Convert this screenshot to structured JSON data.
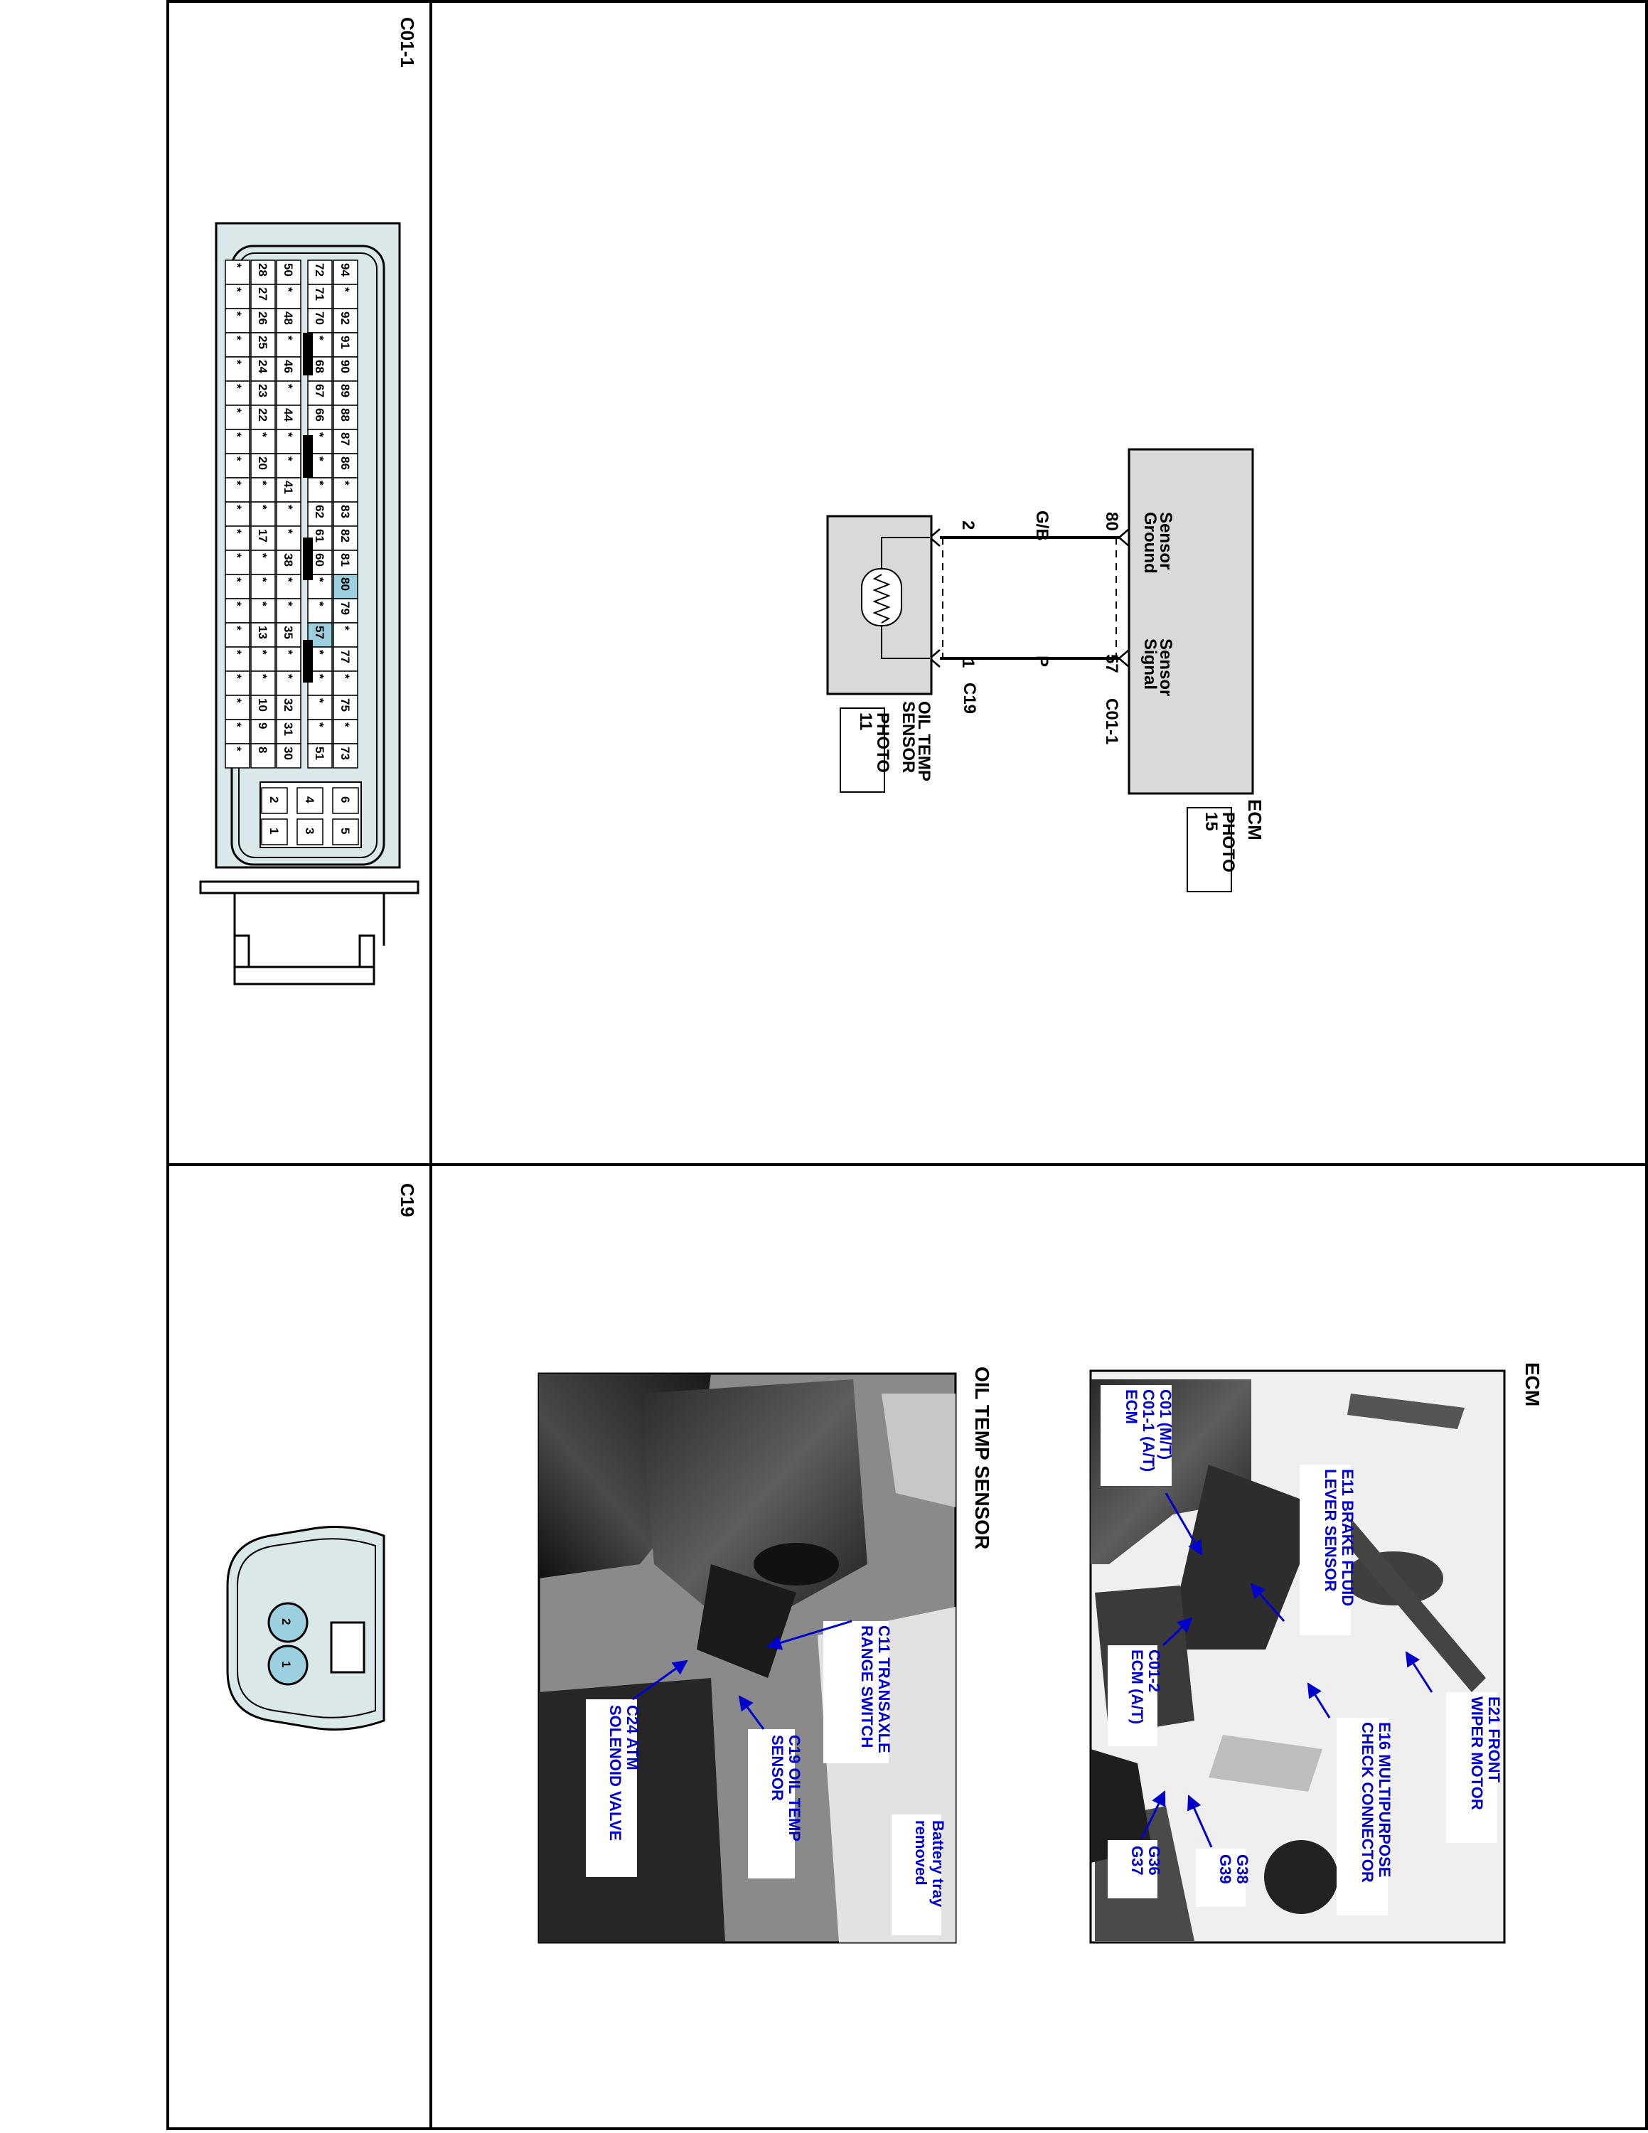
{
  "connectors": {
    "c01_1": {
      "title": "C01-1",
      "row_top": [
        "94",
        "*",
        "92",
        "91",
        "90",
        "89",
        "88",
        "87",
        "86",
        "*",
        "83",
        "82",
        "81",
        "80",
        "79",
        "*",
        "77",
        "*",
        "75",
        "*",
        "73"
      ],
      "row_2": [
        "72",
        "71",
        "70",
        "*",
        "68",
        "67",
        "66",
        "*",
        "*",
        "*",
        "62",
        "61",
        "60",
        "*",
        "*",
        "57",
        "*",
        "*",
        "*",
        "*",
        "51"
      ],
      "row_3": [
        "50",
        "*",
        "48",
        "*",
        "46",
        "*",
        "44",
        "*",
        "*",
        "41",
        "*",
        "*",
        "38",
        "*",
        "*",
        "35",
        "*",
        "*",
        "32",
        "31",
        "30"
      ],
      "row_4": [
        "28",
        "27",
        "26",
        "25",
        "24",
        "23",
        "22",
        "*",
        "20",
        "*",
        "*",
        "17",
        "*",
        "*",
        "*",
        "13",
        "*",
        "*",
        "10",
        "9",
        "8"
      ],
      "row_5": [
        "*",
        "*",
        "*",
        "*",
        "*",
        "*",
        "*",
        "*",
        "*",
        "*",
        "*",
        "*",
        "*",
        "*",
        "*",
        "*",
        "*",
        "*",
        "*",
        "*",
        "*"
      ],
      "small_block": [
        "6",
        "5",
        "4",
        "3",
        "2",
        "1"
      ]
    },
    "c19": {
      "title": "C19",
      "pins": [
        "2",
        "1"
      ]
    }
  },
  "schematic": {
    "ecm": {
      "label": "ECM",
      "photo_label": "PHOTO",
      "photo_num": "15",
      "connector": "C01-1"
    },
    "sensor_ground": {
      "label_1": "Sensor",
      "label_2": "Ground",
      "pin": "80",
      "wire": "G/B",
      "sensor_pin": "2"
    },
    "sensor_signal": {
      "label_1": "Sensor",
      "label_2": "Signal",
      "pin": "57",
      "wire": "P",
      "sensor_pin": "1"
    },
    "sensor": {
      "connector": "C19",
      "label_1": "OIL TEMP",
      "label_2": "SENSOR",
      "photo_label": "PHOTO",
      "photo_num": "11"
    }
  },
  "photos": {
    "ecm": {
      "title": "ECM",
      "callouts": {
        "e21": [
          "E21 FRONT",
          "WIPER MOTOR"
        ],
        "e11": [
          "E11 BRAKE FLUID",
          "LEVER SENSOR"
        ],
        "e16": [
          "E16 MULTIPURPOSE",
          "CHECK CONNECTOR"
        ],
        "c01": [
          "C01 (M/T)",
          "C01-1 (A/T)",
          "ECM"
        ],
        "c01_2": [
          "C01-2",
          "ECM (A/T)"
        ],
        "g38": [
          "G38",
          "G39"
        ],
        "g36": [
          "G36",
          "G37"
        ]
      }
    },
    "oil": {
      "title": "OIL TEMP SENSOR",
      "callouts": {
        "battery": [
          "Battery tray",
          "removed"
        ],
        "c11": [
          "C11 TRANSAXLE",
          "RANGE SWITCH"
        ],
        "c19": [
          "C19 OIL TEMP",
          "SENSOR"
        ],
        "c24": [
          "C24 ATM",
          "SOLENOID VALVE"
        ]
      }
    }
  }
}
